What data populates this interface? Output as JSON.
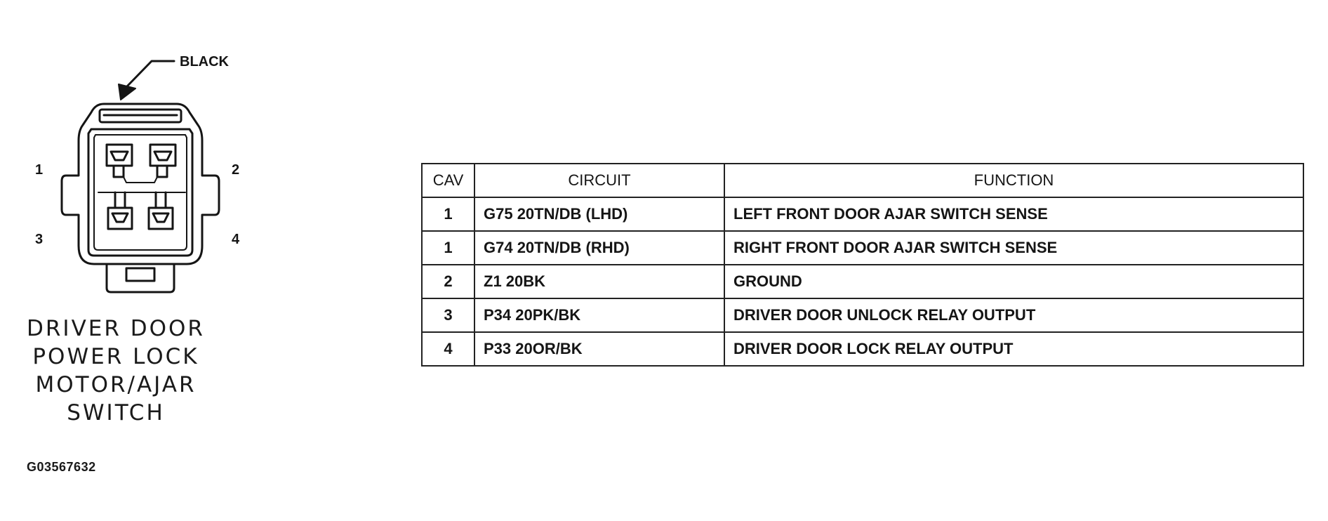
{
  "connector": {
    "color_label": "BLACK",
    "pin_labels": [
      "1",
      "2",
      "3",
      "4"
    ],
    "title_lines": [
      "DRIVER DOOR",
      "POWER LOCK",
      "MOTOR/AJAR",
      "SWITCH"
    ]
  },
  "figure_id": "G03567632",
  "table": {
    "headers": {
      "cav": "CAV",
      "circuit": "CIRCUIT",
      "function": "FUNCTION"
    },
    "rows": [
      {
        "cav": "1",
        "circuit": "G75 20TN/DB (LHD)",
        "function": "LEFT FRONT DOOR AJAR SWITCH SENSE"
      },
      {
        "cav": "1",
        "circuit": "G74 20TN/DB (RHD)",
        "function": "RIGHT FRONT DOOR AJAR SWITCH SENSE"
      },
      {
        "cav": "2",
        "circuit": "Z1 20BK",
        "function": "GROUND"
      },
      {
        "cav": "3",
        "circuit": "P34 20PK/BK",
        "function": "DRIVER DOOR UNLOCK RELAY OUTPUT"
      },
      {
        "cav": "4",
        "circuit": "P33 20OR/BK",
        "function": "DRIVER DOOR LOCK RELAY OUTPUT"
      }
    ]
  },
  "colors": {
    "ink": "#151515",
    "background": "#ffffff"
  }
}
